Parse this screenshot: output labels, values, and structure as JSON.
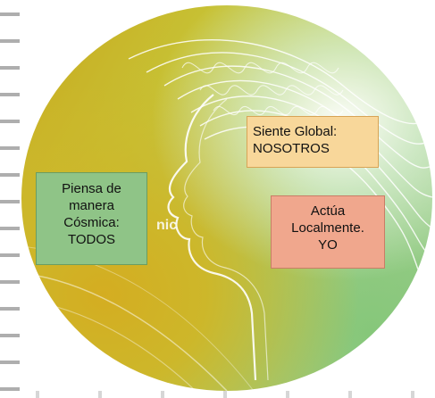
{
  "boxes": {
    "global": {
      "line1": "Siente Global:",
      "line2": "NOSOTROS"
    },
    "cosmic": {
      "line1": "Piensa de",
      "line2": "manera",
      "line3": "Cósmica:",
      "line4": "TODOS"
    },
    "local": {
      "line1": "Actúa",
      "line2": "Localmente.",
      "line3": "YO"
    }
  },
  "background_text": "nic",
  "colors": {
    "global_box": "#f8d79a",
    "cosmic_box": "#8fc487",
    "local_box": "#f0a78d",
    "orb_yellow": "#c9a81d",
    "orb_green": "#9dcb92"
  }
}
